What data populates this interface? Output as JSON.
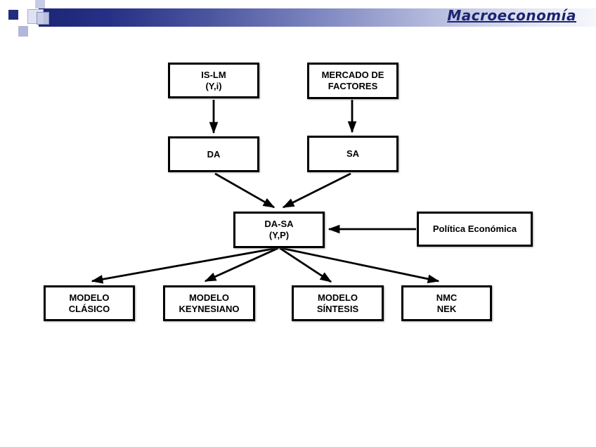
{
  "header": {
    "title": "Macroeconomía"
  },
  "colors": {
    "bar_gradient_start": "#232d82",
    "bar_gradient_end": "#f6f7fc",
    "title_text": "#1c2472",
    "box_border": "#000000",
    "box_fill": "#ffffff",
    "arrow": "#000000"
  },
  "diagram": {
    "nodes": {
      "islm": {
        "line1": "IS-LM",
        "line2": "(Y,i)"
      },
      "mercado_de_factores": {
        "line1": "MERCADO DE",
        "line2": "FACTORES"
      },
      "da": {
        "line1": "DA"
      },
      "sa": {
        "line1": "SA"
      },
      "da_sa": {
        "line1": "DA-SA",
        "line2": "(Y,P)"
      },
      "politica_economica": {
        "line1": "Política Económica"
      },
      "modelo_clasico": {
        "line1": "MODELO",
        "line2": "CLÁSICO"
      },
      "modelo_keynesiano": {
        "line1": "MODELO",
        "line2": "KEYNESIANO"
      },
      "modelo_sintesis": {
        "line1": "MODELO",
        "line2": "SÍNTESIS"
      },
      "nmc_nek": {
        "line1": "NMC",
        "line2": "NEK"
      }
    }
  }
}
